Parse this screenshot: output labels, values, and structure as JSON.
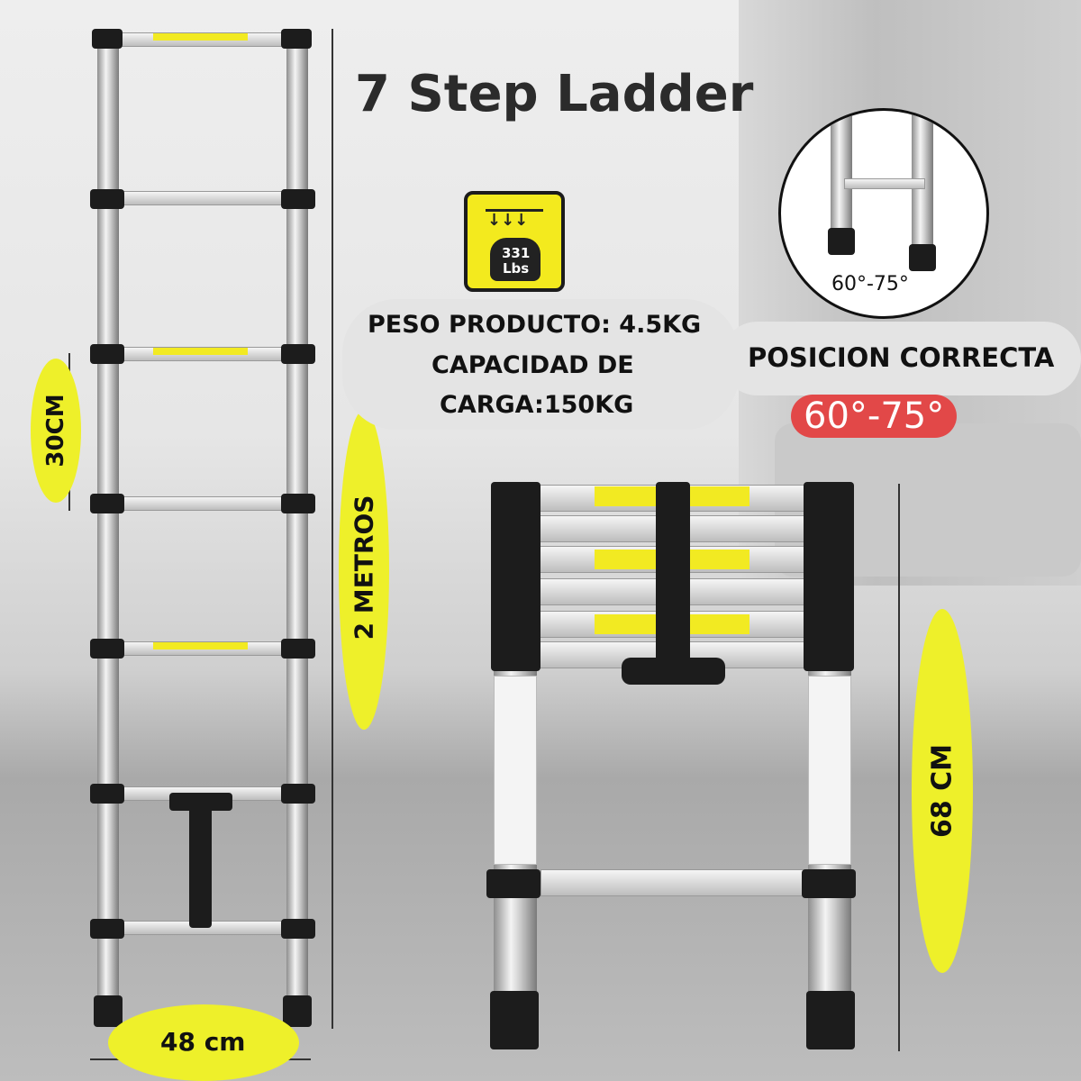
{
  "title": "7 Step Ladder",
  "weight_icon": {
    "icon": "weight-load-icon",
    "value": "331",
    "unit": "Lbs"
  },
  "specs": {
    "line1": "PESO PRODUCTO: 4.5KG",
    "line2": "CAPACIDAD DE",
    "line3": "CARGA:150KG"
  },
  "angle_inset": {
    "label": "60°-75°"
  },
  "position": {
    "label": "POSICION CORRECTA",
    "angle": "60°-75°"
  },
  "dimensions": {
    "step": "30CM",
    "height": "2 METROS",
    "width": "48 cm",
    "folded": "68 CM"
  },
  "colors": {
    "highlight": "#eef02a",
    "angle_badge": "#e24848",
    "sticker": "#f2ea22"
  }
}
